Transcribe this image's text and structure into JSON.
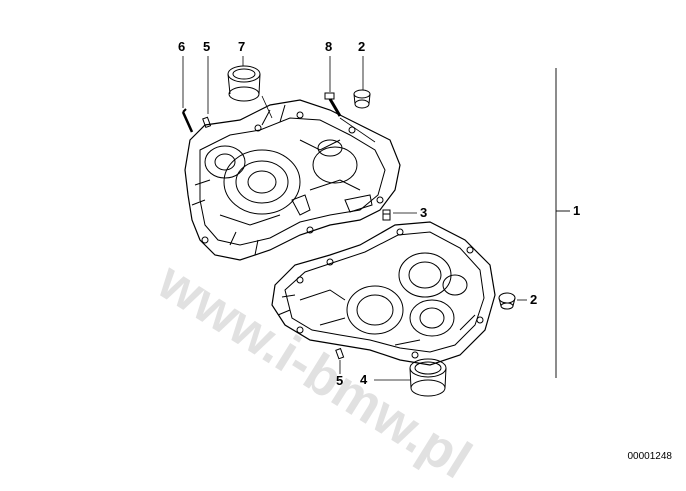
{
  "callouts": {
    "c6": "6",
    "c5_top": "5",
    "c7": "7",
    "c8": "8",
    "c2_top": "2",
    "c3": "3",
    "c1": "1",
    "c2_right": "2",
    "c5_bottom": "5",
    "c4": "4"
  },
  "document_number": "00001248",
  "watermark_text": "www.i-bmw.pl",
  "colors": {
    "line": "#000000",
    "background": "#ffffff",
    "watermark": "#9a9a9a"
  }
}
